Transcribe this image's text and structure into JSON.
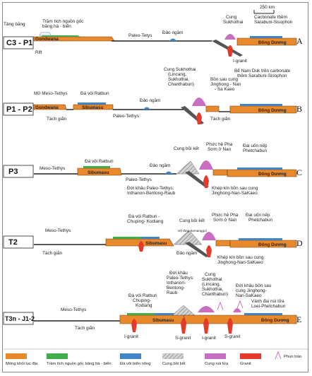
{
  "scale": "250 km",
  "stages": [
    {
      "period": "C3 - P1",
      "letter": "A",
      "labels": [
        "Tảng băng",
        "Trầm tích nguồn gốc",
        "băng hà - biển",
        "Gondwana",
        "Rift",
        "Paleo-Tetys",
        "Đảo ngầm",
        "Cung",
        "Sukhothai",
        "Cacbonate thềm",
        "Sarabuni-Sisophon",
        "Đông Dương",
        "I-granit"
      ]
    },
    {
      "period": "P1 - P2",
      "letter": "B",
      "labels": [
        "Cung Sukhothai",
        "(Lincang,",
        "Sukhothai,",
        "Chanthaburi)",
        "Bể Nam Duk trên carbonate",
        "thềm Sarabuni-Sisophon",
        "Bồn sau cung",
        "Jinghong - Nan",
        "- Sa Kaeo",
        "Mở Meso-Tethys",
        "Đá vôi Ratburi",
        "Gondwana",
        "Sibumasu",
        "Đảo ngầm",
        "Paleo-Tethys",
        "Tách giãn",
        "Tách giãn",
        "Đông Dương"
      ]
    },
    {
      "period": "P3",
      "letter": "C",
      "labels": [
        "Cung bồi kết",
        "Phức hệ Pha",
        "Sơm ở Nan",
        "Đai uốn nếp",
        "Phetchabun",
        "Meso-Tethys",
        "Đá vôi Ratburi",
        "Đảo ngầm",
        "Sibumasu",
        "Paleo-Tethys",
        "Đông Dương",
        "Đới khâu Paleo-Tethys:",
        "Inthanon-Bentong-Raub",
        "Khép kín bồn sau cung",
        "Jinghong-Nan-SaKaeo"
      ]
    },
    {
      "period": "T2",
      "letter": "D",
      "labels": [
        "Đá vôi Ratburi -",
        "Chuping- Kodiang",
        "Cung bồi kết",
        "Phức hệ Pha",
        "Sơm ở Nan",
        "Đai uốn nếp",
        "Phetchabun",
        "Meso-Tethys",
        "Hệ tầng Semanggol",
        "Tách giãn",
        "Sibumasu",
        "Đảo ngầm",
        "Đông Dương",
        "Khép kín bồn sau cung",
        "Jinghong-Nan-SaKaeo"
      ]
    },
    {
      "period": "T3n - J1-2",
      "letter": "E",
      "labels": [
        "Đới khâu",
        "Paleo-Tethys:",
        "Inthanon-",
        "Bentong-",
        "Raub",
        "Cung",
        "Sukhothai",
        "(Lincang,",
        "Sukhothai,",
        "Chanthaburi)",
        "Đới khâu bồn sau",
        "cung Jinghong-",
        "Nan-SaKaeo",
        "Vành đai núi lửa",
        "Loei-Phetchabun",
        "Đá vôi Ratburi",
        "Chuping-",
        "Kodiang",
        "Meso-Tethys",
        "Tách giãn",
        "Sibumasu",
        "S-granit",
        "I-granit",
        "S-granit",
        "I-granit",
        "Đông Dương"
      ]
    }
  ],
  "legend": [
    {
      "name": "continental-basement",
      "label": "Móng khối lục địa",
      "color": "#e8892c"
    },
    {
      "name": "glacial-marine-sediment",
      "label": "Trầm tích nguồn gốc băng hà - biển",
      "color": "#3fae49"
    },
    {
      "name": "shallow-limestone",
      "label": "Đá vôi biển nông",
      "color": "#3f86c8"
    },
    {
      "name": "accretionary-arc",
      "label": "Cung bồi kết",
      "color": "#bdbdbd"
    },
    {
      "name": "volcanic-arc",
      "label": "Cung núi lửa",
      "color": "#c86fc1"
    },
    {
      "name": "granite",
      "label": "Granit",
      "color": "#e43a2c"
    },
    {
      "name": "eruption",
      "label": "Phun trào",
      "color": "#c86fc1"
    }
  ],
  "colors": {
    "ocean_line": "#222222",
    "basement": "#e8892c",
    "sediment": "#3fae49",
    "limestone": "#3f86c8",
    "accretion": "#bdbdbd",
    "arc": "#c86fc1",
    "granite": "#e43a2c"
  }
}
